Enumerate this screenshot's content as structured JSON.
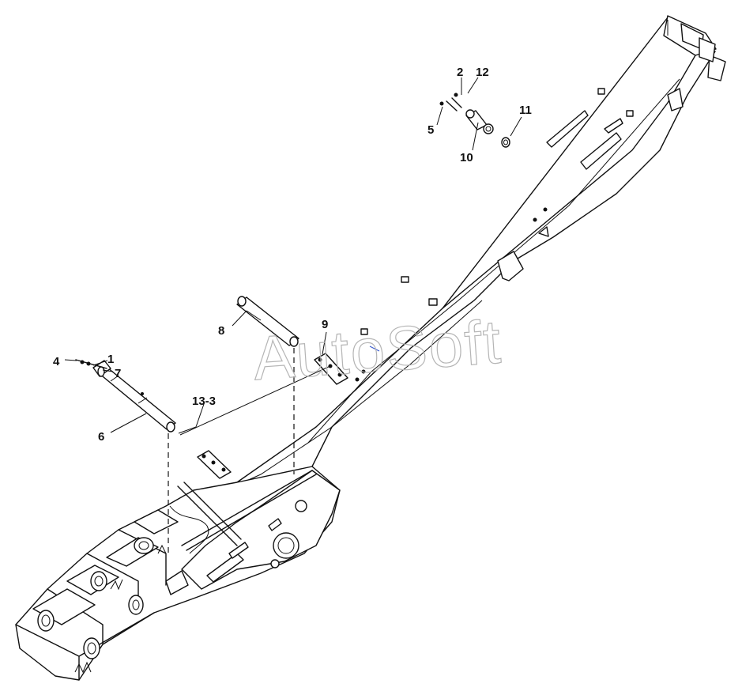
{
  "watermark": "AutoSoft",
  "callouts": [
    {
      "id": "c1",
      "label": "1"
    },
    {
      "id": "c2",
      "label": "2"
    },
    {
      "id": "c4",
      "label": "4"
    },
    {
      "id": "c5",
      "label": "5"
    },
    {
      "id": "c6",
      "label": "6"
    },
    {
      "id": "c7",
      "label": "7"
    },
    {
      "id": "c8",
      "label": "8"
    },
    {
      "id": "c9",
      "label": "9"
    },
    {
      "id": "c10",
      "label": "10"
    },
    {
      "id": "c11",
      "label": "11"
    },
    {
      "id": "c12",
      "label": "12"
    },
    {
      "id": "c13",
      "label": "13-3"
    }
  ]
}
